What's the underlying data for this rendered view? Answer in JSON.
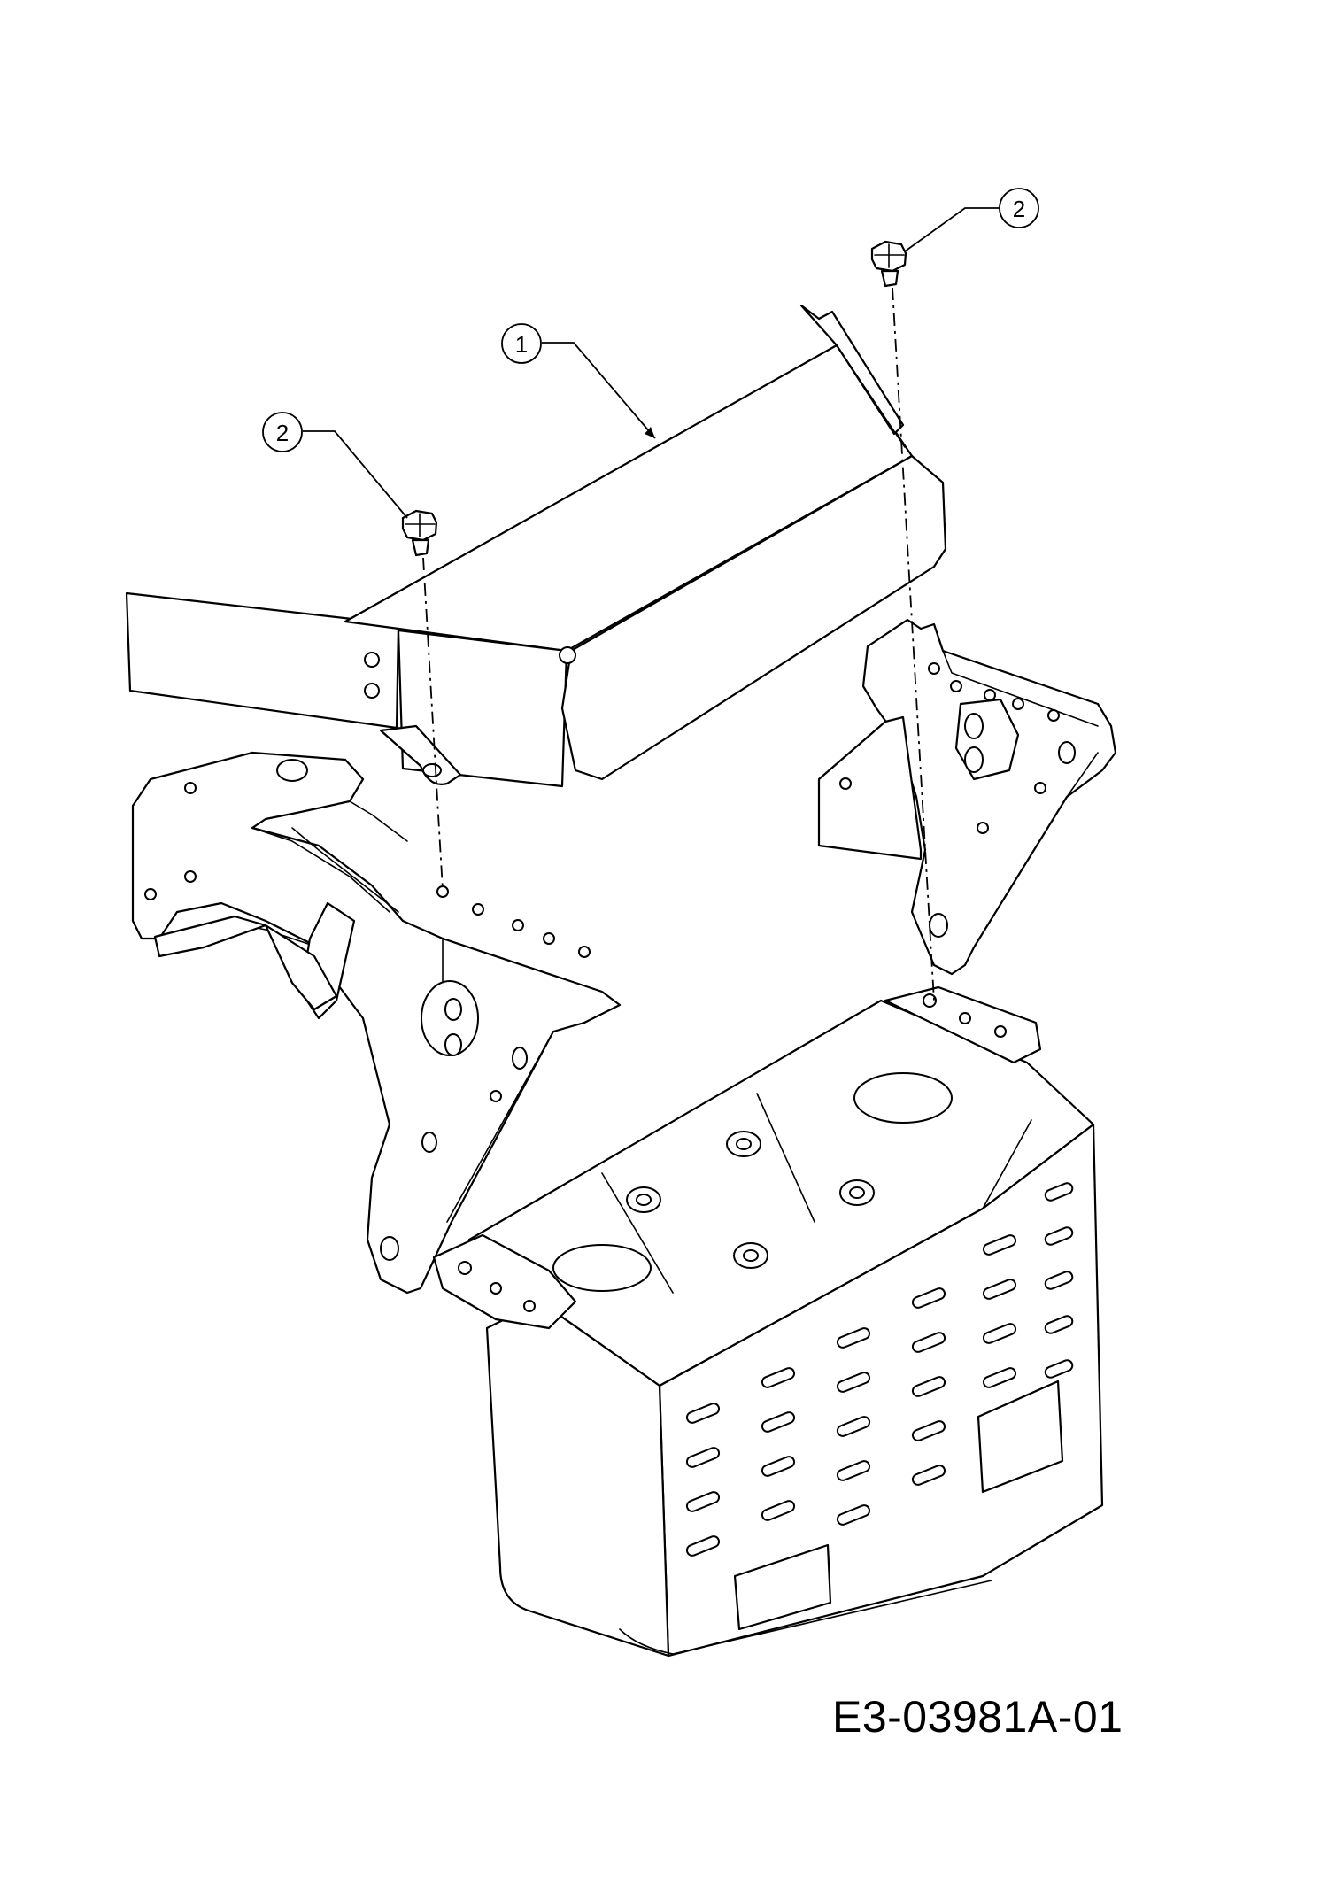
{
  "callouts": [
    {
      "id": "callout-1",
      "label": "1",
      "description": "part number 1 balloon"
    },
    {
      "id": "callout-2-left",
      "label": "2",
      "description": "part number 2 balloon (left bolt)"
    },
    {
      "id": "callout-2-right",
      "label": "2",
      "description": "part number 2 balloon (right bolt)"
    }
  ],
  "drawing_number": "E3-03981A-01"
}
